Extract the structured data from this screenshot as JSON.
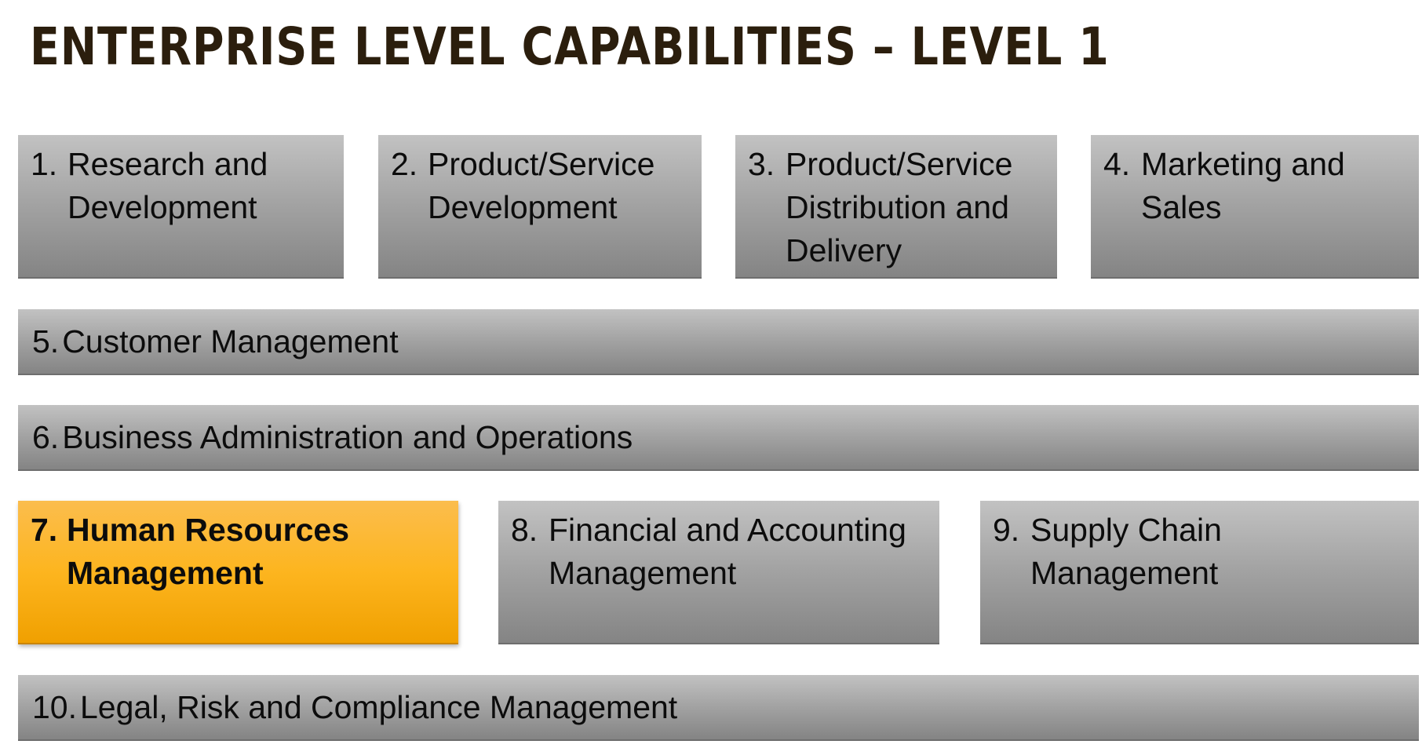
{
  "title": "ENTERPRISE LEVEL CAPABILITIES – LEVEL 1",
  "capabilities": [
    {
      "number": "1.",
      "label": "Research and Development"
    },
    {
      "number": "2.",
      "label": "Product/Service Development"
    },
    {
      "number": "3.",
      "label": "Product/Service Distribution and Delivery"
    },
    {
      "number": "4.",
      "label": "Marketing and Sales"
    },
    {
      "number": "5.",
      "label": "Customer Management"
    },
    {
      "number": "6.",
      "label": "Business Administration and Operations"
    },
    {
      "number": "7.",
      "label": "Human Resources Management",
      "highlighted": true
    },
    {
      "number": "8.",
      "label": "Financial and Accounting Management"
    },
    {
      "number": "9.",
      "label": "Supply Chain Management"
    },
    {
      "number": "10.",
      "label": "Legal, Risk and Compliance Management"
    }
  ],
  "colors": {
    "title": "#2b1e0d",
    "box_gray_top": "#c2c2c2",
    "box_gray_bottom": "#848484",
    "highlight_top": "#fbbd4d",
    "highlight_bottom": "#f0a000"
  }
}
